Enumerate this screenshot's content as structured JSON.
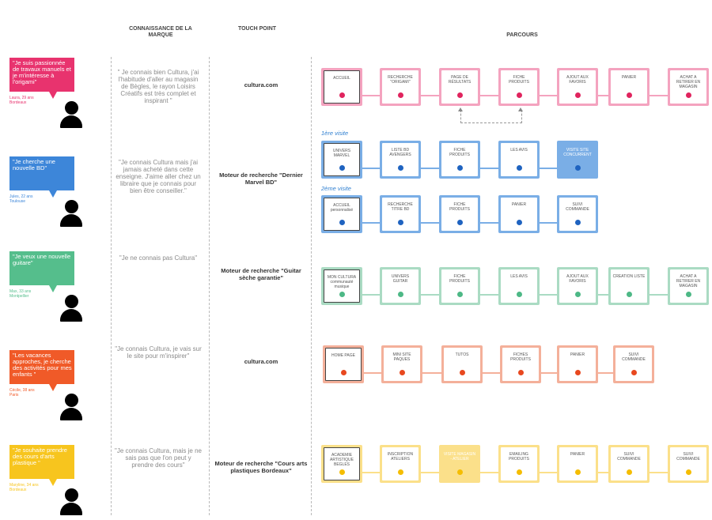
{
  "headers": {
    "connaissance": "CONNAISSANCE DE LA MARQUE",
    "touch_point": "TOUCH POINT",
    "parcours": "PARCOURS"
  },
  "personas": [
    {
      "color": "#e8336e",
      "quote": "\"Je suis passionnée de travaux manuels et je m'intéresse à l'origami\"",
      "who1": "Laura, 29 ans",
      "who2": "Bordeaux",
      "knowledge": "\" Je connais bien Cultura, j'ai l'habitude d'aller au magasin de Bègles, le rayon Loisirs Créatifs est très complet et inspirant \"",
      "touch_point": "cultura.com",
      "journeys": [
        {
          "visit": "",
          "dot_color": "#e0245e",
          "border": "#f4a3bf",
          "steps": [
            "ACCUEIL",
            "RECHERCHE \"ORIGAMI\"",
            "PAGE DE RÉSULTATS",
            "FICHE PRODUITS",
            "AJOUT AUX FAVORIS",
            "PANIER",
            "ACHAT A RETIRER EN MAGASIN"
          ]
        }
      ]
    },
    {
      "color": "#3d86d9",
      "quote": "\"Je cherche une nouvelle BD\"",
      "who1": "Jules, 22 ans",
      "who2": "Toulouse",
      "knowledge": "\"Je connais Cultura mais j'ai jamais acheté dans cette enseigne. J'aime aller chez un libraire que je connais pour bien être conseiller.\"",
      "touch_point": "Moteur de recherche \"Dernier Marvel BD\"",
      "journeys": [
        {
          "visit": "1ère visite",
          "dot_color": "#1f63c0",
          "border": "#7aaee6",
          "steps": [
            "UNIVERS MARVEL",
            "LISTE BD AVENGERS",
            "FICHE PRODUITS",
            "LES AVIS",
            "VISITE SITE CONCURRENT"
          ]
        },
        {
          "visit": "2ème visite",
          "dot_color": "#1f63c0",
          "border": "#7aaee6",
          "steps": [
            "ACCUEIL personnalisé",
            "RECHERCHE TITRE BD",
            "FICHE PRODUITS",
            "PANIER",
            "SUIVI COMMANDE"
          ]
        }
      ]
    },
    {
      "color": "#55be8c",
      "quote": "\"Je veux une nouvelle guitare\"",
      "who1": "Max, 33 ans",
      "who2": "Montpellier",
      "knowledge": "\"Je ne connais pas Cultura\"",
      "touch_point": "Moteur de recherche \"Guitar sèche garantie\"",
      "journeys": [
        {
          "visit": "",
          "dot_color": "#4db886",
          "border": "#aadbc3",
          "steps": [
            "MON CULTURA communauté musique",
            "UNIVERS GUITAR",
            "FICHE PRODUITS",
            "LES AVIS",
            "AJOUT AUX FAVORIS",
            "CREATION LISTE",
            "ACHAT A RETIRER EN MAGASIN"
          ]
        }
      ]
    },
    {
      "color": "#f05a28",
      "quote": "\"Les vacances approches, je cherche des activités pour mes enfants \"",
      "who1": "Cécile, 38 ans",
      "who2": "Paris",
      "knowledge": "\"Je connais Cultura, je vais sur le site pour m'inspirer\"",
      "touch_point": "cultura.com",
      "journeys": [
        {
          "visit": "",
          "dot_color": "#e8481f",
          "border": "#f4b09a",
          "steps": [
            "HOME PAGE",
            "MINI SITE PAQUES",
            "TUTOS",
            "FICHES PRODUITS",
            "PANIER",
            "SUIVI COMMANDE"
          ]
        }
      ]
    },
    {
      "color": "#f7c51e",
      "quote": "\"Je souhaite prendre des cours d'arts plastique \"",
      "who1": "Maryline, 34 ans",
      "who2": "Bordeaux",
      "knowledge": "\"Je connais Cultura, mais je ne sais pas que l'on peut y prendre des cours\"",
      "touch_point": "Moteur de recherche \"Cours arts plastiques Bordeaux\"",
      "journeys": [
        {
          "visit": "",
          "dot_color": "#f5bd00",
          "border": "#fbe08a",
          "steps": [
            "ACADEMIE ARTISTIQUE BEGLES",
            "INSCRIPTION ATELIERS",
            "VISITE MAGASIN - ATELIER",
            "EMAILING PRODUITS",
            "PANIER",
            "SUIVI COMMANDE",
            "SUIVI COMMANDE"
          ]
        }
      ]
    }
  ]
}
